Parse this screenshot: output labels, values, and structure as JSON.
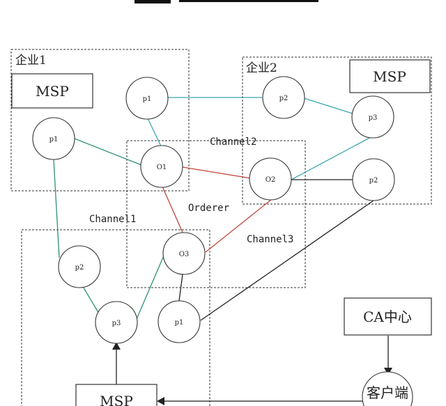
{
  "header": {
    "caption": ""
  },
  "zones": {
    "org1": "企业1",
    "org2": "企业2",
    "channel1": "Channel1",
    "channel12": "Channel2",
    "channel13": "Channel3",
    "orderer": "Orderer"
  },
  "boxes": {
    "msp_org1": "MSP",
    "msp_org2": "MSP",
    "msp_bottom": "MSP",
    "ca_center": "CA中心",
    "client": "客户端"
  },
  "nodes": {
    "org1_p1": "p1",
    "top_p1": "p1",
    "org2_p2": "p2",
    "org2_p3": "p3",
    "o1": "O1",
    "o2": "O2",
    "right_p2": "p2",
    "o3": "O3",
    "ch1_p2": "p2",
    "ch1_p3": "p3",
    "ch1_p1": "p1"
  },
  "colors": {
    "teal": "#3aa6b0",
    "green": "#2f8f7a",
    "red": "#c0473b",
    "dark": "#222222"
  }
}
